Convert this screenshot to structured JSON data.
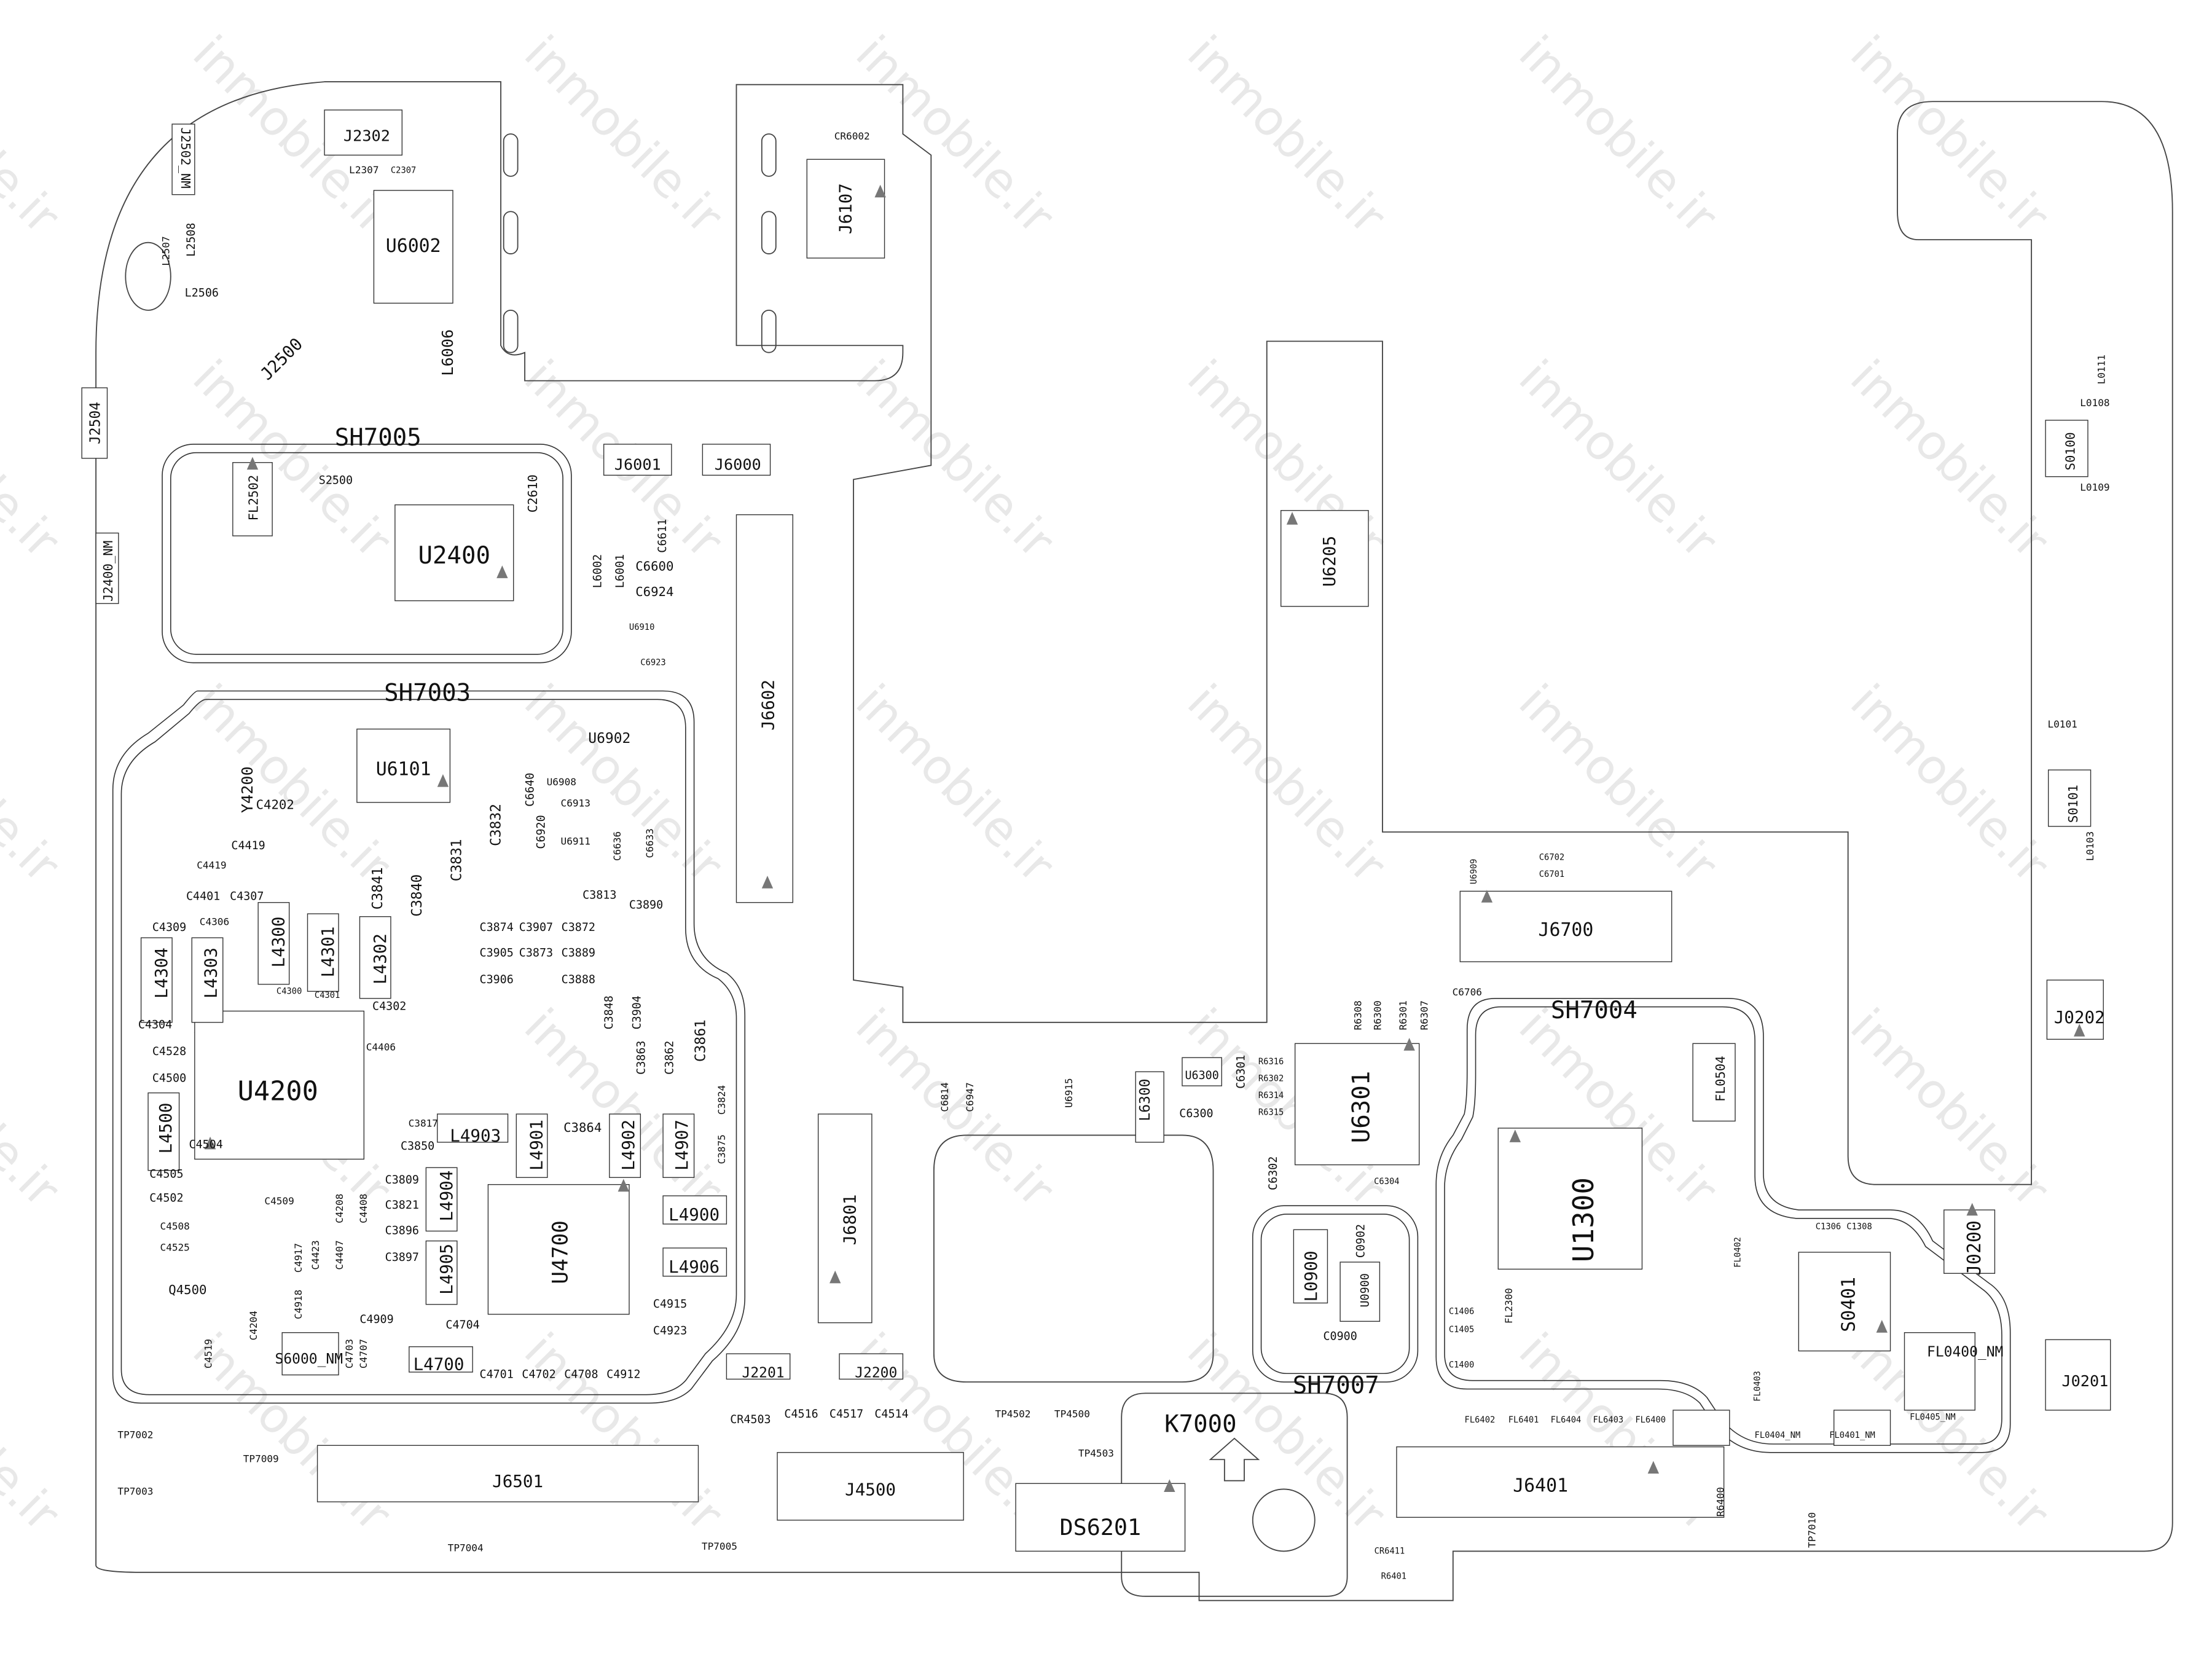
{
  "watermark": "inmobile.ir",
  "colors": {
    "line": "#333333",
    "background": "#ffffff",
    "watermark": "#e8e8e8"
  },
  "shields": [
    "SH7005",
    "SH7003",
    "SH7004",
    "SH7007"
  ],
  "components": [
    "J2302",
    "U6002",
    "J6107",
    "J2500",
    "J2504",
    "J2502_NM",
    "J2400_NM",
    "U2400",
    "FL2502",
    "S2500",
    "J6001",
    "J6000",
    "J6602",
    "U6101",
    "U6902",
    "Y4200",
    "U4200",
    "U4700",
    "L4300",
    "L4301",
    "L4302",
    "L4303",
    "L4304",
    "L4500",
    "L4903",
    "L4901",
    "L4902",
    "L4907",
    "L4904",
    "L4905",
    "L4900",
    "L4906",
    "L4700",
    "S6000_NM",
    "J2201",
    "J2200",
    "J6801",
    "J6501",
    "J4500",
    "DS6201",
    "K7000",
    "U6205",
    "J6700",
    "U6301",
    "L6300",
    "U6300",
    "U1300",
    "FL0504",
    "L0900",
    "U0900",
    "S0401",
    "J0200",
    "J0202",
    "J0201",
    "FL0400_NM",
    "J6401",
    "S0100",
    "S0101",
    "L6006",
    "C3831",
    "C3832",
    "C3840",
    "C3841",
    "C6640",
    "C6920",
    "C2610",
    "C6924",
    "C6600",
    "C6611",
    "L6002",
    "L6001",
    "C6300",
    "C6301",
    "C6302",
    "C0902",
    "C0900",
    "Q4500",
    "C4202",
    "C4500",
    "C4502",
    "C4504",
    "C4505",
    "C4304",
    "C4528",
    "C4309",
    "C4306",
    "C4307",
    "C4419",
    "C4401",
    "C3864",
    "C3850",
    "C3809",
    "C3821",
    "C3896",
    "C3897",
    "C4701",
    "C4702",
    "C4708",
    "C4912",
    "C4915",
    "C4923",
    "C4704",
    "C4909",
    "CR4503",
    "C4516",
    "C4517",
    "C4514",
    "TP7002",
    "TP7003",
    "TP7009",
    "TP4502",
    "TP4500",
    "TP4503",
    "TP7004",
    "TP7005",
    "TP7010",
    "L0111",
    "L0108",
    "L0109",
    "L0101",
    "L0103",
    "FL6402",
    "FL6401",
    "FL6404",
    "FL6403",
    "FL6400",
    "R6400",
    "CR6411",
    "R6401",
    "C6706",
    "R6308",
    "R6300",
    "R6301",
    "R6307",
    "C6814",
    "C6947",
    "U6915",
    "C6923",
    "U6910",
    "L2507",
    "L2508",
    "L2506",
    "L2307",
    "C2307",
    "CR6002",
    "C3861",
    "C3824",
    "C3875",
    "C3862",
    "C3863",
    "C3904",
    "C3848",
    "C3888",
    "C3906",
    "C3905",
    "C3874",
    "C3907",
    "C3872",
    "C3873",
    "C3889",
    "C3813",
    "C3890",
    "C4525",
    "C4508",
    "C4519",
    "C4204",
    "C4918",
    "C4917",
    "C4707",
    "C4703",
    "C4408",
    "C4208",
    "C4423",
    "C4407",
    "C4509",
    "C3817",
    "C4406",
    "C4302",
    "C4300",
    "C4301",
    "U6908",
    "U6911",
    "C6913",
    "C6636",
    "C6633",
    "C1400",
    "C1405",
    "C1406",
    "FL2300",
    "FL0403",
    "FL0402",
    "FL0404_NM",
    "FL0401_NM",
    "FL0405_NM",
    "C1306",
    "C1308",
    "C4419",
    "R6316",
    "R6302",
    "R6314",
    "R6315",
    "C6304",
    "U6909",
    "C6702",
    "C6701"
  ]
}
